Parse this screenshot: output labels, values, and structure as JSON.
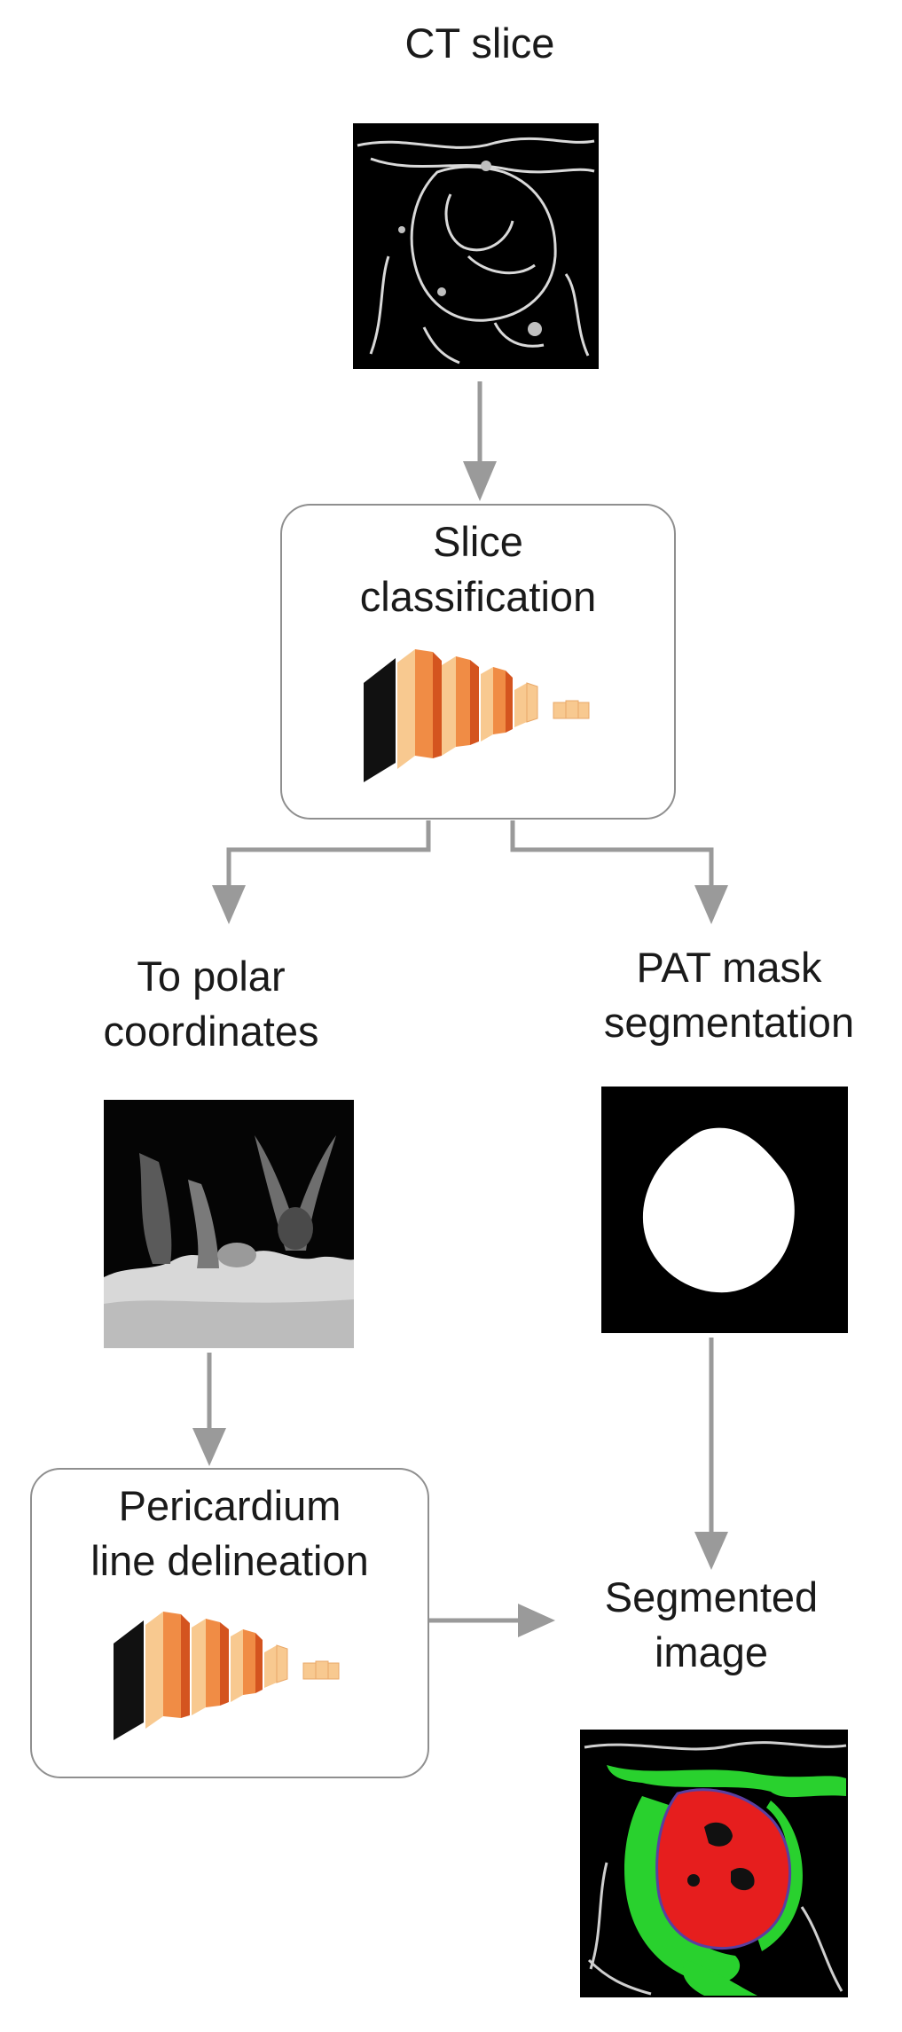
{
  "nodes": {
    "ct_slice": "CT slice",
    "slice_classification": "Slice\nclassification",
    "to_polar": "To polar\ncoordinates",
    "pat_mask": "PAT mask\nsegmentation",
    "pericardium": "Pericardium\nline delineation",
    "segmented": "Segmented\nimage"
  },
  "colors": {
    "arrow": "#9a9a9a",
    "cnn_dark": "#d4541f",
    "cnn_mid": "#f08c45",
    "cnn_light": "#f8c990",
    "segment_red": "#e61e1e",
    "segment_green": "#29d12e"
  }
}
